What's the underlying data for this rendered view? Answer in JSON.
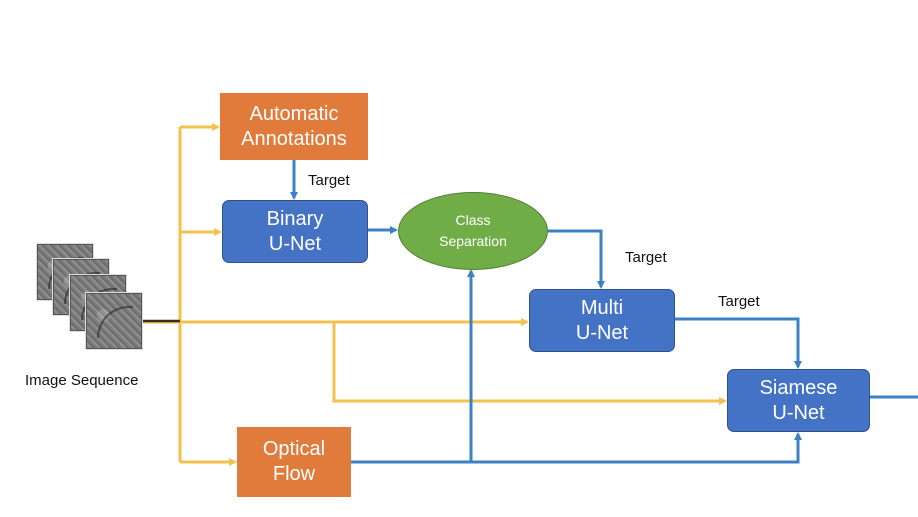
{
  "nodes": {
    "auto_annotations": "Automatic\nAnnotations",
    "binary_unet": "Binary\nU-Net",
    "class_separation": "Class\nSeparation",
    "multi_unet": "Multi\nU-Net",
    "siamese_unet": "Siamese\nU-Net",
    "optical_flow": "Optical\nFlow"
  },
  "labels": {
    "input": "Image Sequence",
    "target_binary": "Target",
    "target_multi": "Target",
    "target_siamese": "Target"
  },
  "colors": {
    "orange_box": "#E07B3C",
    "blue_box": "#4472C4",
    "green_ellipse": "#70AD47",
    "input_arrow": "#F2C14E",
    "flow_arrow": "#3B82C4"
  }
}
